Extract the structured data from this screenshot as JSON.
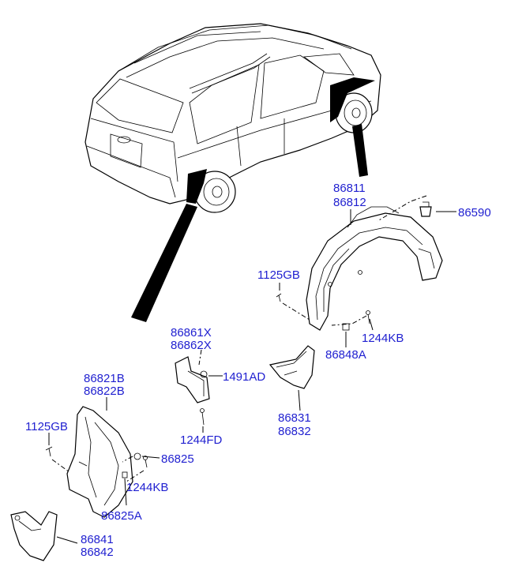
{
  "colors": {
    "label": "#1f1fd0",
    "line": "#000000",
    "background": "#ffffff"
  },
  "labels": {
    "p86811": "86811",
    "p86812": "86812",
    "p86590": "86590",
    "p1125GB_a": "1125GB",
    "p1244KB_a": "1244KB",
    "p86848A": "86848A",
    "p86861X": "86861X",
    "p86862X": "86862X",
    "p1491AD": "1491AD",
    "p1244FD": "1244FD",
    "p86831": "86831",
    "p86832": "86832",
    "p86821B": "86821B",
    "p86822B": "86822B",
    "p1125GB_b": "1125GB",
    "p86825": "86825",
    "p1244KB_b": "1244KB",
    "p86825A": "86825A",
    "p86841": "86841",
    "p86842": "86842"
  }
}
